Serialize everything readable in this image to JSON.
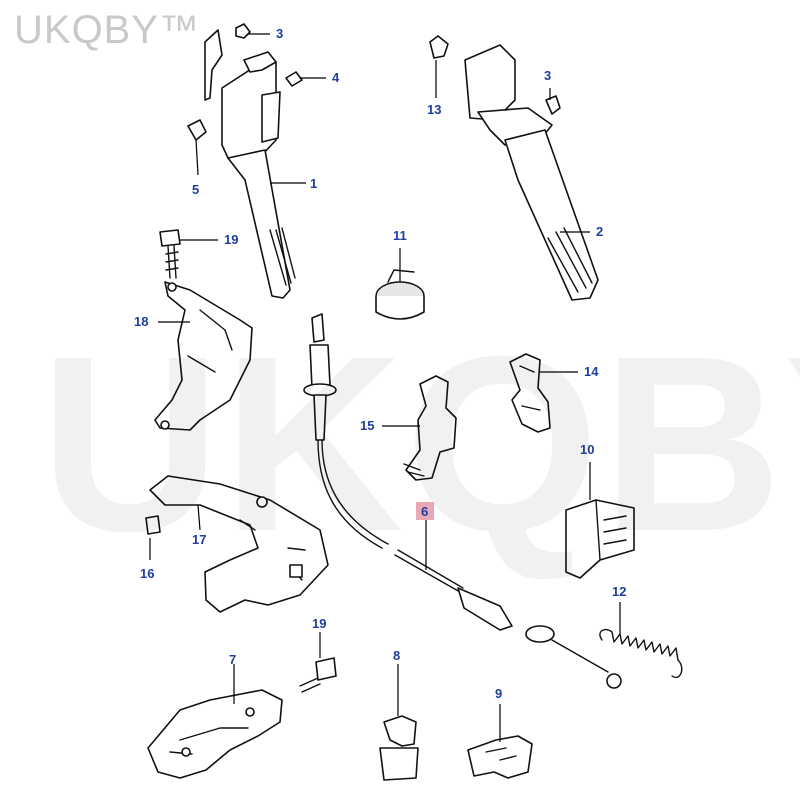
{
  "watermark": {
    "corner_text": "UKQBY™",
    "center_text": "UKQBY™"
  },
  "callouts": [
    {
      "id": "1",
      "label": "1"
    },
    {
      "id": "2",
      "label": "2"
    },
    {
      "id": "3a",
      "label": "3"
    },
    {
      "id": "3b",
      "label": "3"
    },
    {
      "id": "4",
      "label": "4"
    },
    {
      "id": "5",
      "label": "5"
    },
    {
      "id": "6",
      "label": "6",
      "highlight": true
    },
    {
      "id": "7",
      "label": "7"
    },
    {
      "id": "8",
      "label": "8"
    },
    {
      "id": "9",
      "label": "9"
    },
    {
      "id": "10",
      "label": "10"
    },
    {
      "id": "11",
      "label": "11"
    },
    {
      "id": "12",
      "label": "12"
    },
    {
      "id": "13",
      "label": "13"
    },
    {
      "id": "14",
      "label": "14"
    },
    {
      "id": "15",
      "label": "15"
    },
    {
      "id": "16",
      "label": "16"
    },
    {
      "id": "17",
      "label": "17"
    },
    {
      "id": "18",
      "label": "18"
    },
    {
      "id": "19a",
      "label": "19"
    },
    {
      "id": "19b",
      "label": "19"
    }
  ],
  "colors": {
    "callout_text": "#1f3f9e",
    "highlight_box": "#e8a9b4",
    "watermark": "#c9c9c9"
  }
}
